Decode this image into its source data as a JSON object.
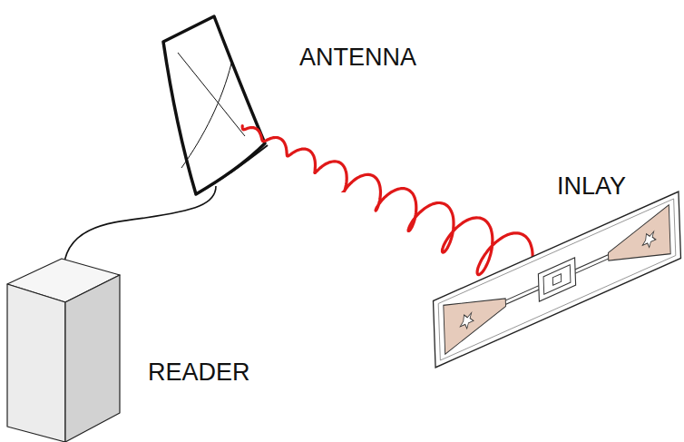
{
  "diagram": {
    "labels": [
      "ANTENNA",
      "INLAY",
      "READER"
    ]
  }
}
